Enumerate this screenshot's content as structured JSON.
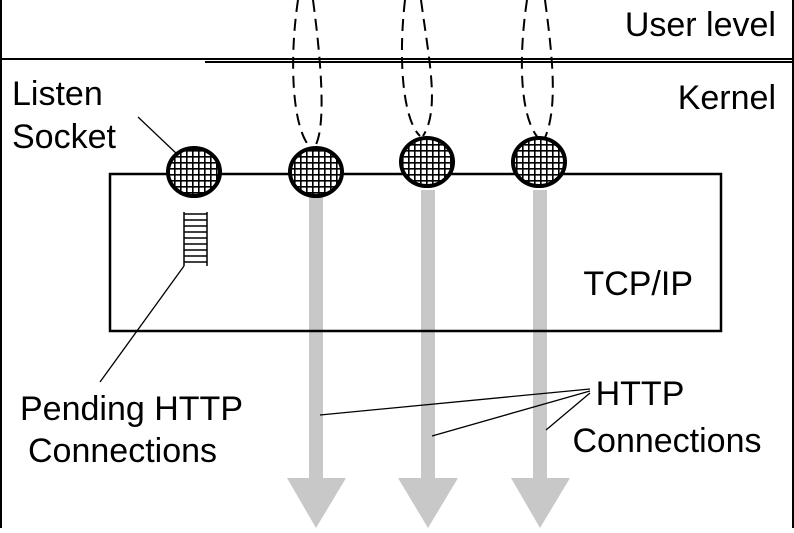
{
  "labels": {
    "user_level": "User level",
    "kernel": "Kernel",
    "listen_socket_line1": "Listen",
    "listen_socket_line2": "Socket",
    "tcpip": "TCP/IP",
    "pending_line1": "Pending HTTP",
    "pending_line2": "Connections",
    "http_line1": "HTTP",
    "http_line2": "Connections"
  },
  "colors": {
    "stroke": "#000000",
    "arrow": "#c8c8c8",
    "background": "#ffffff"
  },
  "sockets": [
    {
      "role": "listen"
    },
    {
      "role": "connection"
    },
    {
      "role": "connection"
    },
    {
      "role": "connection"
    }
  ]
}
